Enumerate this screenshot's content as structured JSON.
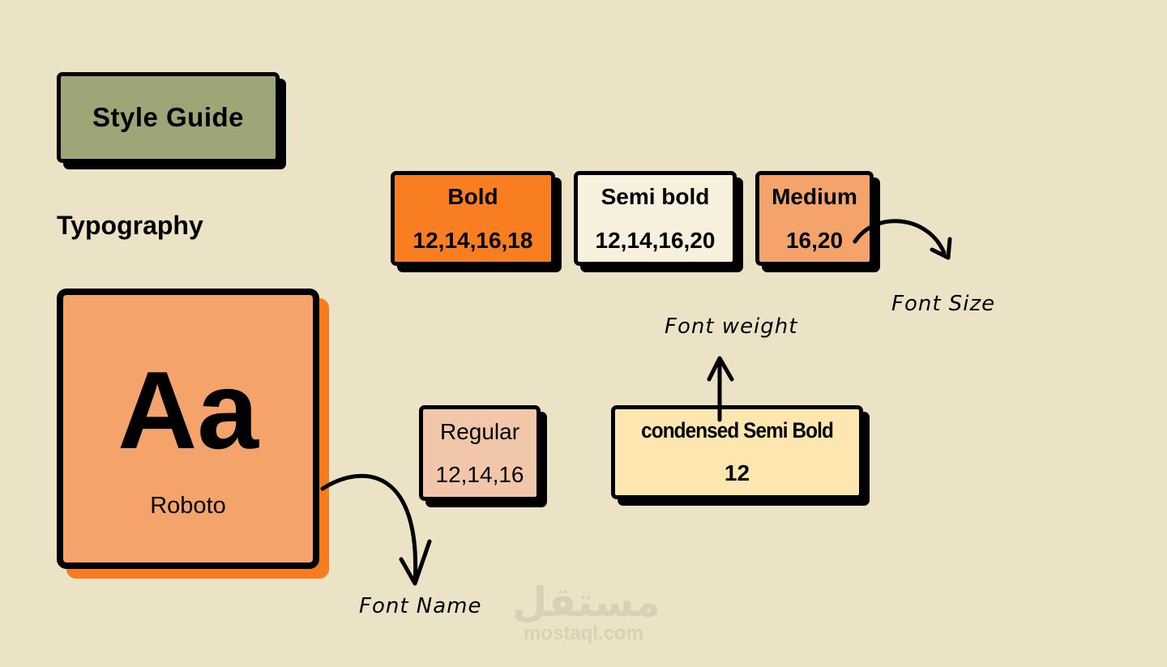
{
  "title": "Style Guide",
  "section": "Typography",
  "font_card": {
    "sample": "Aa",
    "font_name": "Roboto"
  },
  "weights": [
    {
      "label": "Bold",
      "sizes": "12,14,16,18",
      "color": "#f97e22"
    },
    {
      "label": "Semi bold",
      "sizes": "12,14,16,20",
      "color": "#f7f0dc"
    },
    {
      "label": "Medium",
      "sizes": "16,20",
      "color": "#f4a46a"
    },
    {
      "label": "Regular",
      "sizes": "12,14,16",
      "color": "#f2c6a8"
    },
    {
      "label": "condensed Semi Bold",
      "sizes": "12",
      "color": "#fee6b0"
    }
  ],
  "annotations": {
    "font_size": "Font Size",
    "font_weight": "Font weight",
    "font_name": "Font Name"
  },
  "watermark": {
    "arabic": "مستقل",
    "latin": "mostaql.com"
  }
}
